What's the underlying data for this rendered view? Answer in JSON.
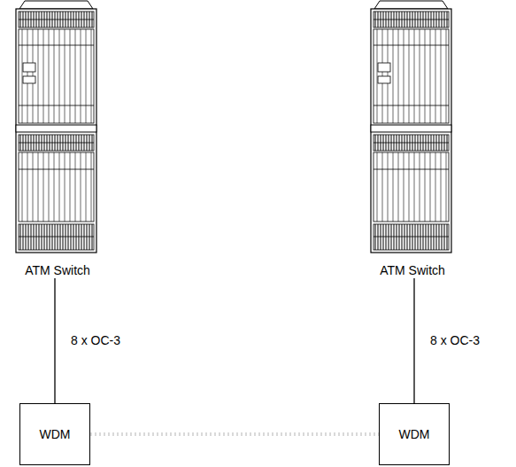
{
  "diagram": {
    "nodes": [
      {
        "text": [
          "ATM Switch"
        ]
      },
      {
        "text": [
          "ATM Switch"
        ]
      },
      {
        "text": [
          "WDM"
        ]
      },
      {
        "text": [
          "WDM"
        ]
      }
    ],
    "edges": [
      {
        "from": 0,
        "to": 2,
        "arrow": "none",
        "label": "8 x OC-3"
      },
      {
        "from": 1,
        "to": 3,
        "arrow": "none",
        "label": "8 x OC-3"
      },
      {
        "from": 2,
        "to": 3,
        "arrow": "none"
      }
    ]
  }
}
